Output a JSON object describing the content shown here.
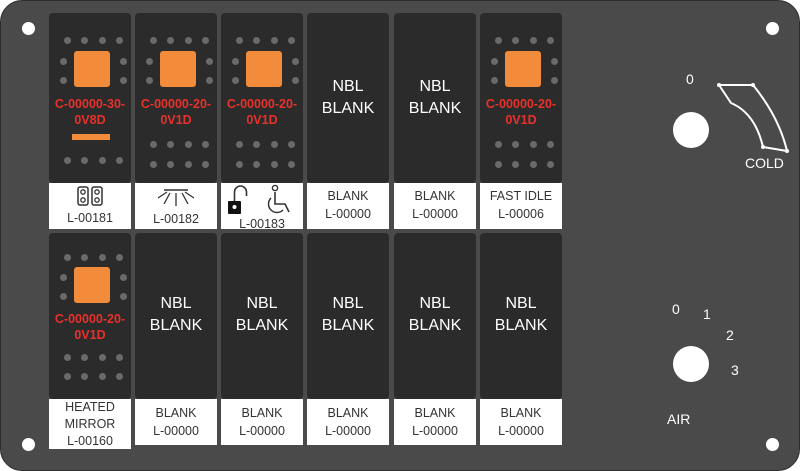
{
  "top_row": [
    {
      "code": [
        "C-00000-30-",
        "0V8D"
      ],
      "label": [
        "L-00181"
      ],
      "icon": "dual-switch-icon"
    },
    {
      "code": [
        "C-00000-20-",
        "0V1D"
      ],
      "label": [
        "L-00182"
      ],
      "icon": "light-rays-icon"
    },
    {
      "code": [
        "C-00000-20-",
        "0V1D"
      ],
      "label": [
        "L-00183"
      ],
      "icon": "lock-wheelchair-icon"
    },
    {
      "nbl": [
        "NBL",
        "BLANK"
      ],
      "label": [
        "BLANK",
        "L-00000"
      ]
    },
    {
      "nbl": [
        "NBL",
        "BLANK"
      ],
      "label": [
        "BLANK",
        "L-00000"
      ]
    },
    {
      "code": [
        "C-00000-20-",
        "0V1D"
      ],
      "label": [
        "FAST IDLE",
        "L-00006"
      ]
    }
  ],
  "bottom_row": [
    {
      "code": [
        "C-00000-20-",
        "0V1D"
      ],
      "label": [
        "HEATED",
        "MIRROR",
        "L-00160"
      ]
    },
    {
      "nbl": [
        "NBL",
        "BLANK"
      ],
      "label": [
        "BLANK",
        "L-00000"
      ]
    },
    {
      "nbl": [
        "NBL",
        "BLANK"
      ],
      "label": [
        "BLANK",
        "L-00000"
      ]
    },
    {
      "nbl": [
        "NBL",
        "BLANK"
      ],
      "label": [
        "BLANK",
        "L-00000"
      ]
    },
    {
      "nbl": [
        "NBL",
        "BLANK"
      ],
      "label": [
        "BLANK",
        "L-00000"
      ]
    },
    {
      "nbl": [
        "NBL",
        "BLANK"
      ],
      "label": [
        "BLANK",
        "L-00000"
      ]
    }
  ],
  "temp_knob": {
    "zero": "0",
    "label": "COLD"
  },
  "air_knob": {
    "positions": [
      "0",
      "1",
      "2",
      "3"
    ],
    "label": "AIR"
  },
  "colors": {
    "panel": "#4a4a4a",
    "switch": "#2b2b2b",
    "indicator": "#f28b3a",
    "code_text": "#e8312b"
  }
}
